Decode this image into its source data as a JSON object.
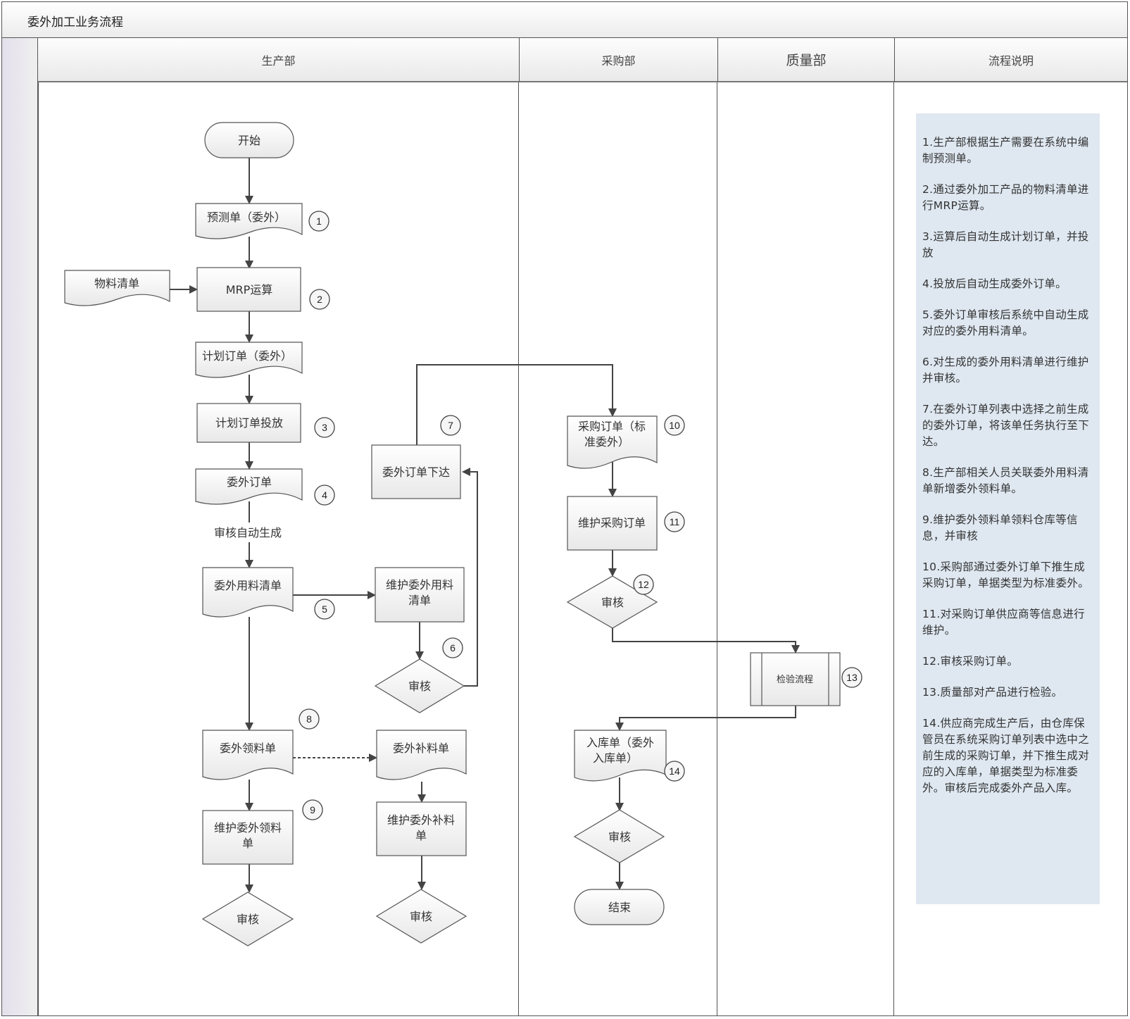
{
  "title": "委外加工业务流程",
  "lanes": [
    {
      "name": "生产部"
    },
    {
      "name": "采购部"
    },
    {
      "name": "质量部"
    },
    {
      "name": "流程说明"
    }
  ],
  "nodes": {
    "start": "开始",
    "forecast": "预测单（委外）",
    "bom": "物料清单",
    "mrp": "MRP运算",
    "plan_order": "计划订单（委外）",
    "plan_release": "计划订单投放",
    "sub_order": "委外订单",
    "auto_label": "审核自动生成",
    "sub_bom": "委外用料清单",
    "maint_sub_bom_1": "维护委外用料",
    "maint_sub_bom_2": "清单",
    "audit_6": "审核",
    "sub_release": "委外订单下达",
    "pick_list": "委外领料单",
    "supp_list": "委外补料单",
    "maint_pick_1": "维护委外领料",
    "maint_pick_2": "单",
    "maint_supp_1": "维护委外补料",
    "maint_supp_2": "单",
    "audit_pick": "审核",
    "audit_supp": "审核",
    "po_1": "采购订单（标",
    "po_2": "准委外）",
    "maint_po": "维护采购订单",
    "audit_po": "审核",
    "inspect": "检验流程",
    "inbound_1": "入库单（委外",
    "inbound_2": "入库单）",
    "audit_inbound": "审核",
    "end": "结束"
  },
  "step_numbers": [
    "1",
    "2",
    "3",
    "4",
    "5",
    "6",
    "7",
    "8",
    "9",
    "10",
    "11",
    "12",
    "13",
    "14"
  ],
  "description": [
    "1.生产部根据生产需要在系统中编制预测单。",
    "2.通过委外加工产品的物料清单进行MRP运算。",
    "3.运算后自动生成计划订单，并投放",
    "4.投放后自动生成委外订单。",
    "5.委外订单审核后系统中自动生成对应的委外用料清单。",
    "6.对生成的委外用料清单进行维护并审核。",
    "7.在委外订单列表中选择之前生成的委外订单，将该单任务执行至下达。",
    "8.生产部相关人员关联委外用料清单新增委外领料单。",
    "9.维护委外领料单领料仓库等信息，并审核",
    "10.采购部通过委外订单下推生成采购订单，单据类型为标准委外。",
    "11.对采购订单供应商等信息进行维护。",
    "12.审核采购订单。",
    "13.质量部对产品进行检验。",
    "14.供应商完成生产后，由仓库保管员在系统采购订单列表中选中之前生成的采购订单，并下推生成对应的入库单，单据类型为标准委外。审核后完成委外产品入库。"
  ],
  "colors": {
    "panel_bg": "#dfe8f1",
    "line": "#444444"
  }
}
